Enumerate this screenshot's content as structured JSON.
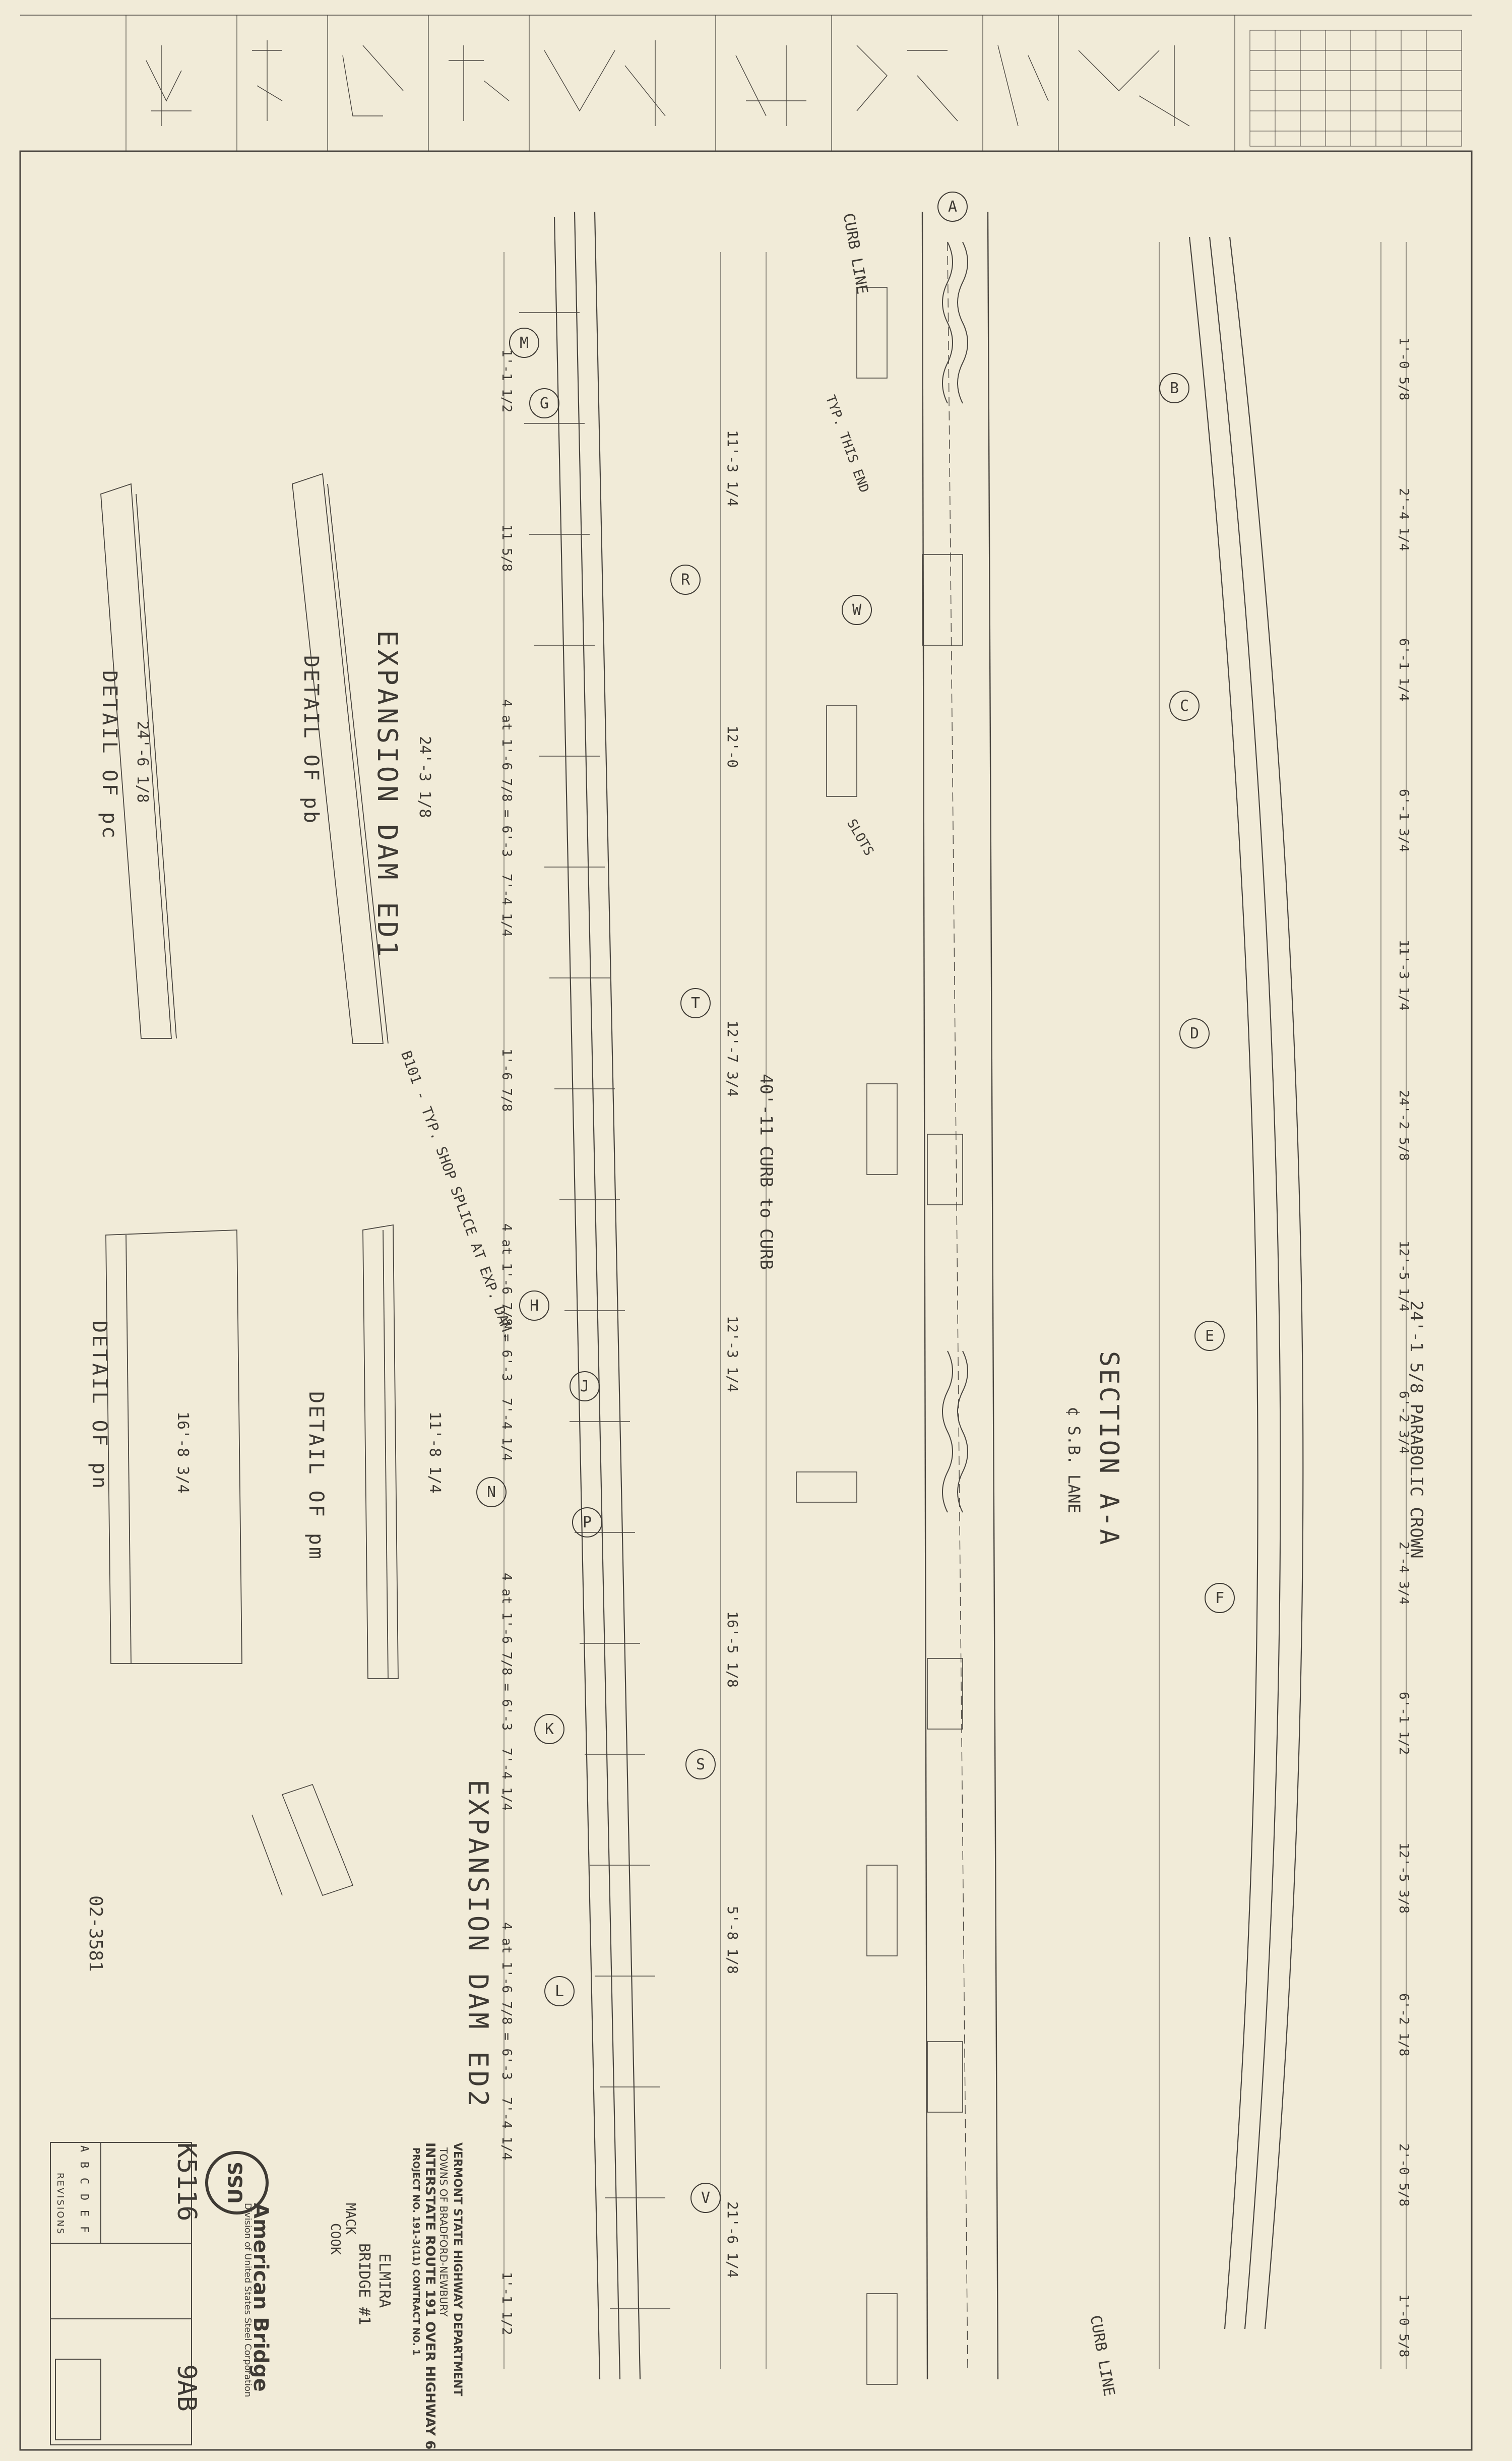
{
  "sheet": {
    "section_label": "SECTION A-A",
    "curb_label_top": "CURB LINE",
    "curb_label_bottom": "CURB LINE",
    "cl_label": "¢ S.B. LANE",
    "curb_to_curb": "40'-11 CURB to CURB",
    "parabolic_crown": "24'-1 5/8 PARABOLIC CROWN"
  },
  "titles": {
    "ed1": "EXPANSION DAM ED1",
    "ed2": "EXPANSION DAM ED2"
  },
  "details": [
    {
      "label": "DETAIL OF pc",
      "dim": "24'-6 1/8"
    },
    {
      "label": "DETAIL OF pb",
      "dim": "24'-3 1/8"
    },
    {
      "label": "DETAIL OF pn",
      "dim": "16'-8 3/4"
    },
    {
      "label": "DETAIL OF pm",
      "dim": "11'-8 1/4"
    }
  ],
  "notes": {
    "shop_splice": "B101 - TYP. SHOP SPLICE AT EXP. DAM.",
    "tyl_weld": "TYP. THIS END",
    "slots": "SLOTS",
    "dwg_ref": "02-3581"
  },
  "marks": [
    "A",
    "B",
    "C",
    "D",
    "E",
    "F",
    "G",
    "H",
    "J",
    "K",
    "L",
    "M",
    "N",
    "P",
    "R",
    "S",
    "T",
    "V",
    "W"
  ],
  "title_block": {
    "dept": "VERMONT STATE HIGHWAY DEPARTMENT",
    "towns": "TOWNS OF BRADFORD-NEWBURY",
    "route": "INTERSTATE ROUTE 191 OVER HIGHWAY 6",
    "project": "PROJECT NO. 191-3(11) CONTRACT NO. 1",
    "company": "American Bridge",
    "division": "Division of United States Steel Corporation",
    "fab": "ELMIRA",
    "bridge": "BRIDGE #1",
    "drawn": "MACK",
    "checked": "COOK",
    "order": "K5116",
    "sheet_no": "9AB",
    "revisions": "REVISIONS",
    "rev_letters": [
      "A",
      "B",
      "C",
      "D",
      "E",
      "F"
    ]
  },
  "chart_data": {
    "type": "table",
    "dimensions_left": [
      "1'-1 1/2",
      "11 5/8",
      "4 at 1'-6 7/8 = 6'-3",
      "7'-4 1/4",
      "1'-6 7/8",
      "4 at 1'-6 7/8 = 6'-3",
      "7'-4 1/4",
      "4 at 1'-6 7/8 = 6'-3",
      "7'-4 1/4",
      "4 at 1'-6 7/8 = 6'-3",
      "7'-4 1/4",
      "1'-1 1/2"
    ],
    "dimensions_mid": [
      "11'-3 1/4",
      "12'-0",
      "12'-7 3/4",
      "12'-3 1/4",
      "16'-5 1/8",
      "5'-8 1/8",
      "21'-6 1/4"
    ],
    "dimensions_right": [
      "1'-0 5/8",
      "2'-4 1/4",
      "6'-1 1/4",
      "6'-1 3/4",
      "11'-3 1/4",
      "24'-2 5/8",
      "12'-5 1/4",
      "6'-2 3/4",
      "2'-4 3/4",
      "6'-1 1/2",
      "12'-5 3/8",
      "6'-2 1/8",
      "2'-0 5/8",
      "1'-0 5/8"
    ]
  }
}
